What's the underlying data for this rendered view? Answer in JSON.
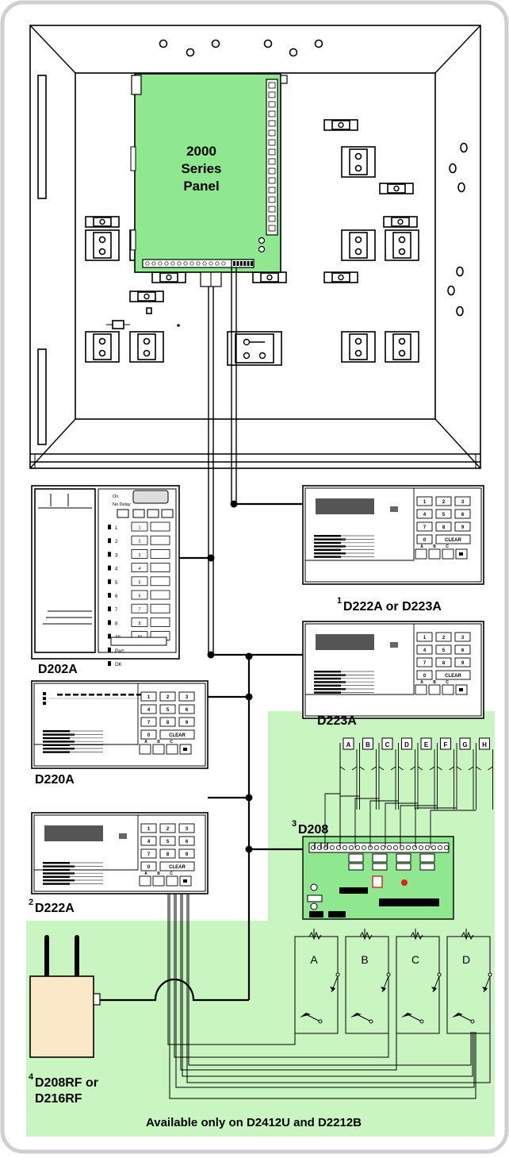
{
  "panel": {
    "title_line1": "2000",
    "title_line2": "Series",
    "title_line3": "Panel",
    "color": "#8fe88f"
  },
  "devices": {
    "d202a": {
      "label": "D202A",
      "status_on": "On",
      "status_no_delay": "No Delay",
      "zones": [
        "1",
        "2",
        "3",
        "4",
        "5",
        "6",
        "7",
        "8",
        "All",
        "Part",
        "OK"
      ]
    },
    "d222a_or_d223a": {
      "sup": "1",
      "label": "D222A or D223A"
    },
    "d223a": {
      "label": "D223A"
    },
    "d220a": {
      "label": "D220A"
    },
    "d222a": {
      "sup": "2",
      "label": "D222A"
    },
    "d208": {
      "sup": "3",
      "label": "D208"
    },
    "rf": {
      "sup": "4",
      "label_line1": "D208RF or",
      "label_line2": "D216RF"
    }
  },
  "keypad": {
    "keys": [
      "1",
      "2",
      "3",
      "4",
      "5",
      "6",
      "7",
      "8",
      "9",
      "0",
      "CLEAR"
    ],
    "fn_keys": [
      "A",
      "B",
      "C"
    ]
  },
  "inputs_top": [
    "A",
    "B",
    "C",
    "D",
    "E",
    "F",
    "G",
    "H"
  ],
  "inputs_bottom": [
    "A",
    "B",
    "C",
    "D"
  ],
  "footnote": "Available only on D2412U and D2212B",
  "colors": {
    "option_area": "#c8f5c0",
    "panel": "#8fe88f",
    "led": "#e02020"
  }
}
